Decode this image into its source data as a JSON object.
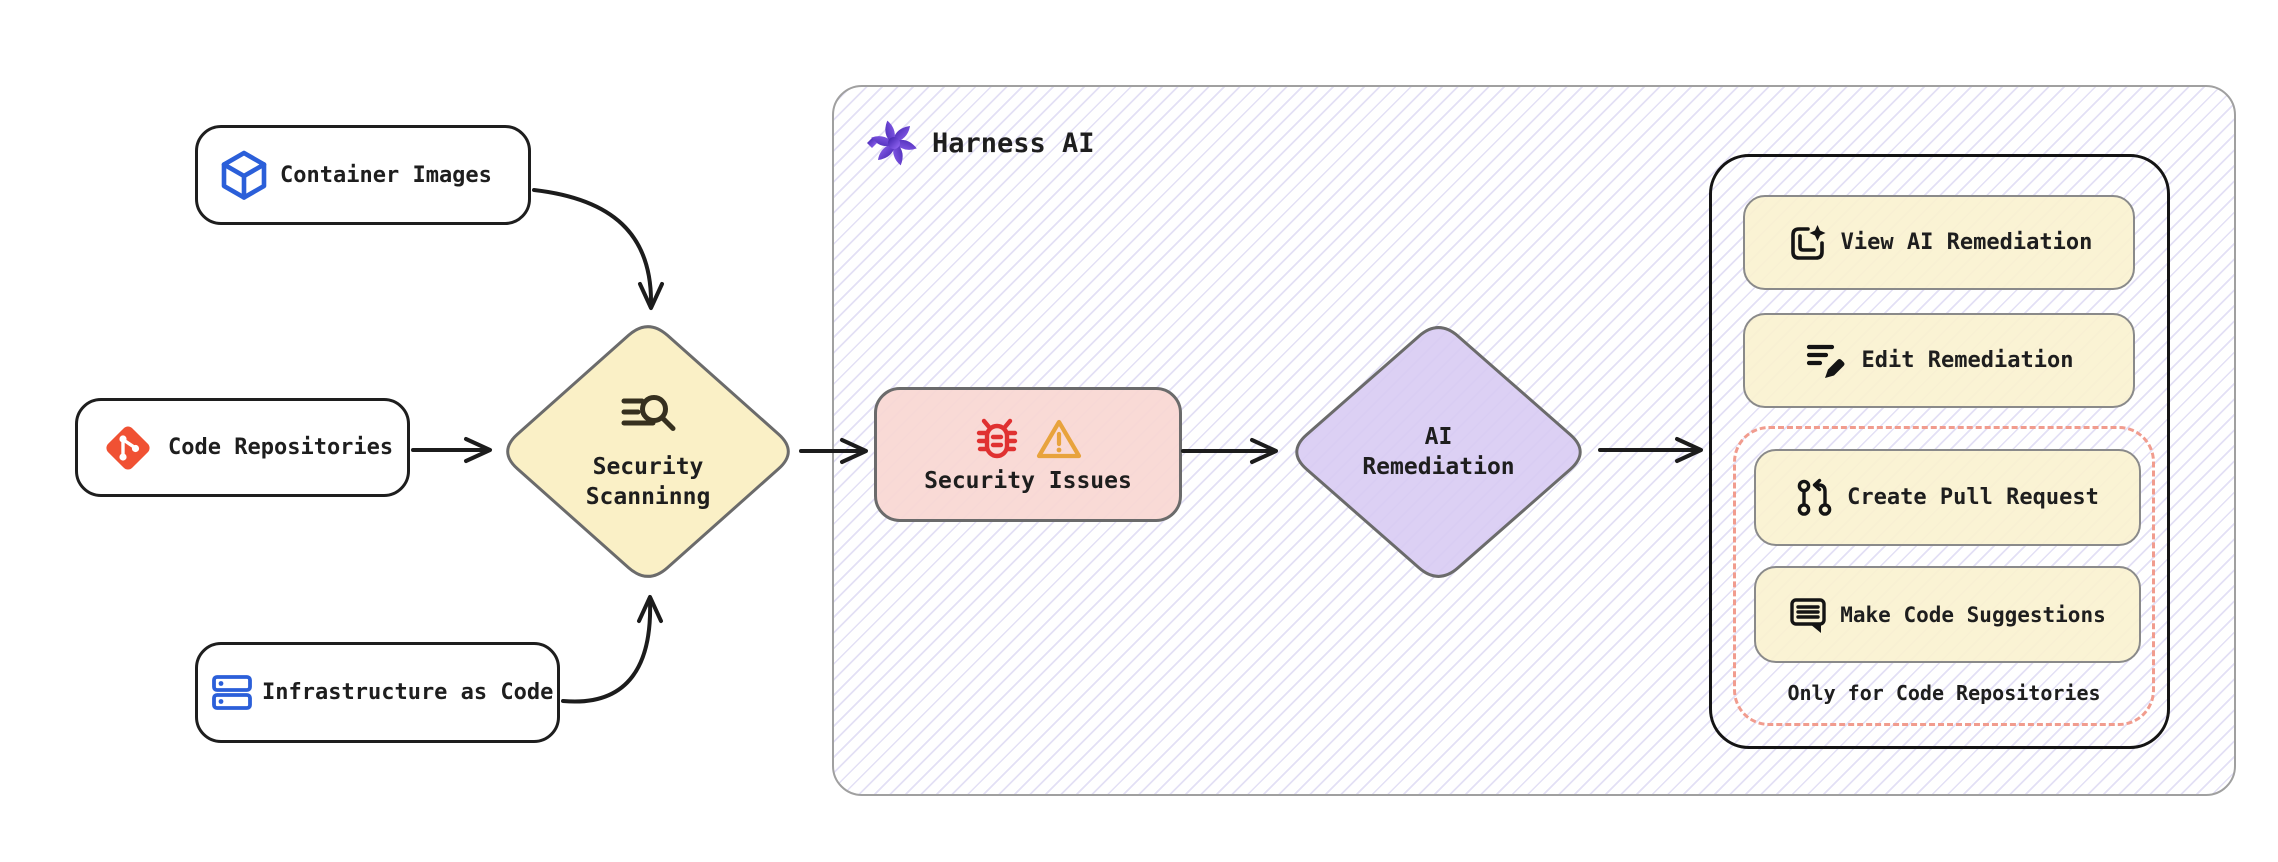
{
  "colors": {
    "ink": "#1e1e1e",
    "shape_border_gray": "#6b6b6b",
    "yellow_fill": "#faf0c6",
    "yellow_button_fill": "#faf2cf",
    "pink_fill": "#f8d7d3",
    "purple_fill": "#d9cbf3",
    "dashed_red": "#f19c8e",
    "hatch_purple": "#b9b2e6",
    "group_border": "#a0a0a0",
    "blue_icon": "#2b5fd9",
    "git_red": "#f05133",
    "bug_red": "#e03131",
    "warning_orange": "#e8a33d",
    "harness_purple": "#6d3bef"
  },
  "sources": {
    "container_images": {
      "label": "Container Images",
      "icon": "cube-icon"
    },
    "code_repositories": {
      "label": "Code Repositories",
      "icon": "git-icon"
    },
    "infrastructure_as_code": {
      "label": "Infrastructure as Code",
      "icon": "server-stack-icon"
    }
  },
  "scanning": {
    "label_line1": "Security",
    "label_line2": "Scanninng",
    "icon": "scan-search-icon"
  },
  "harness": {
    "title": "Harness AI",
    "icon": "harness-ai-logo",
    "security_issues": {
      "label": "Security Issues",
      "icons": [
        "bug-icon",
        "warning-icon"
      ]
    },
    "ai_remediation": {
      "label_line1": "AI",
      "label_line2": "Remediation"
    },
    "actions_panel": {
      "buttons": [
        {
          "label": "View AI Remediation",
          "icon": "view-remediation-icon"
        },
        {
          "label": "Edit Remediation",
          "icon": "edit-remediation-icon"
        }
      ],
      "repo_only_group": {
        "buttons": [
          {
            "label": "Create Pull Request",
            "icon": "pull-request-icon"
          },
          {
            "label": "Make Code Suggestions",
            "icon": "code-suggestions-icon"
          }
        ],
        "note": "Only for Code Repositories"
      }
    }
  }
}
